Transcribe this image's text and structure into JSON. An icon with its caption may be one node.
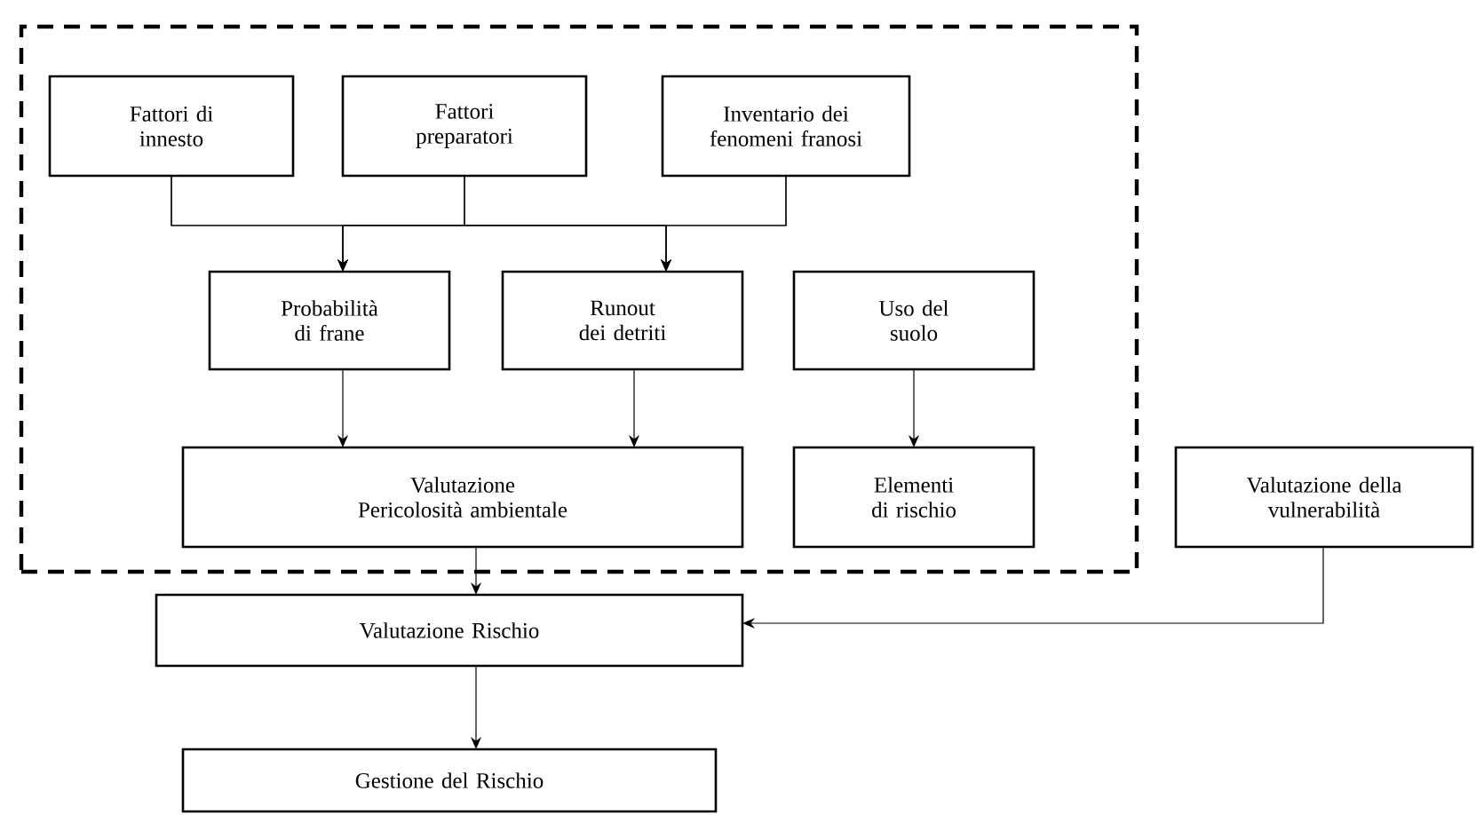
{
  "diagram": {
    "nodes": [
      {
        "text": [],
        "shape": "box"
      },
      {
        "text": [
          "Fattori di innesto"
        ],
        "in": 0
      },
      {
        "text": [
          "Fattori preparatori"
        ],
        "in": 0
      },
      {
        "text": [
          "Inventario dei fenomeni franosi"
        ],
        "in": 0
      },
      {
        "text": [
          "Probabilità di frane"
        ],
        "in": 0
      },
      {
        "text": [
          "Runout dei detriti"
        ],
        "in": 0
      },
      {
        "text": [
          "Uso del suolo"
        ],
        "in": 0
      },
      {
        "text": [
          "Valutazione Pericolosità ambientale"
        ],
        "in": 0
      },
      {
        "text": [
          "Elementi di rischio"
        ],
        "in": 0
      },
      {
        "text": [
          "Valutazione della vulnerabilità"
        ]
      },
      {
        "text": [
          "Valutazione Rischio"
        ]
      },
      {
        "text": [
          "Gestione del Rischio"
        ]
      }
    ],
    "edges": [
      {
        "from": 1,
        "to": 4,
        "arrow": "to"
      },
      {
        "from": 2,
        "to": 4,
        "arrow": "to"
      },
      {
        "from": 3,
        "to": 4,
        "arrow": "to"
      },
      {
        "from": 1,
        "to": 5,
        "arrow": "to"
      },
      {
        "from": 2,
        "to": 5,
        "arrow": "to"
      },
      {
        "from": 3,
        "to": 5,
        "arrow": "to"
      },
      {
        "from": 4,
        "to": 7,
        "arrow": "to"
      },
      {
        "from": 5,
        "to": 7,
        "arrow": "to"
      },
      {
        "from": 6,
        "to": 8,
        "arrow": "to"
      },
      {
        "from": 7,
        "to": 10,
        "arrow": "to"
      },
      {
        "from": 9,
        "to": 10,
        "arrow": "to"
      },
      {
        "from": 10,
        "to": 11,
        "arrow": "to"
      }
    ]
  }
}
